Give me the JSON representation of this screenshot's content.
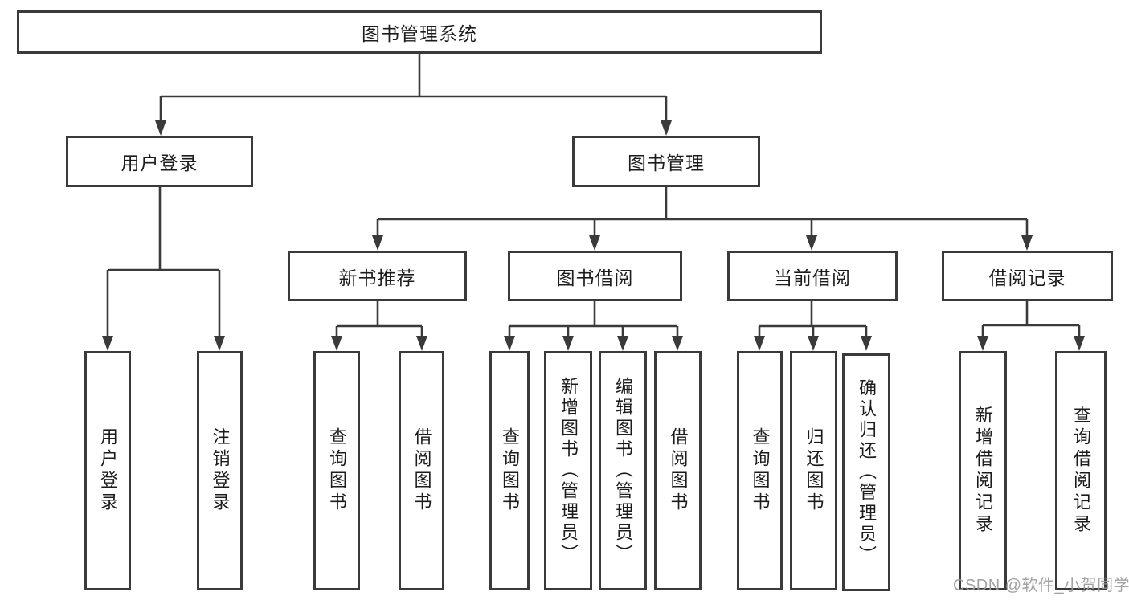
{
  "diagram": {
    "root": {
      "label": "图书管理系统"
    },
    "level2": {
      "user_login": {
        "label": "用户登录"
      },
      "book_management": {
        "label": "图书管理"
      }
    },
    "user_login_children": [
      {
        "label": "用户登录"
      },
      {
        "label": "注销登录"
      }
    ],
    "book_management_children": [
      {
        "label": "新书推荐"
      },
      {
        "label": "图书借阅"
      },
      {
        "label": "当前借阅"
      },
      {
        "label": "借阅记录"
      }
    ],
    "new_book_recommend_children": [
      {
        "label": "查询图书"
      },
      {
        "label": "借阅图书"
      }
    ],
    "book_borrow_children": [
      {
        "label": "查询图书"
      },
      {
        "label": "新增图书（管理员）"
      },
      {
        "label": "编辑图书（管理员）"
      },
      {
        "label": "借阅图书"
      }
    ],
    "current_borrow_children": [
      {
        "label": "查询图书"
      },
      {
        "label": "归还图书"
      },
      {
        "label": "确认归还（管理员）"
      }
    ],
    "borrow_record_children": [
      {
        "label": "新增借阅记录"
      },
      {
        "label": "查询借阅记录"
      }
    ]
  },
  "watermark": {
    "text": "CSDN @软件_小贺同学"
  },
  "colors": {
    "line": "#3a3a3a",
    "text": "#1c1c1c",
    "watermark": "#9b9b9b",
    "background": "#ffffff"
  }
}
